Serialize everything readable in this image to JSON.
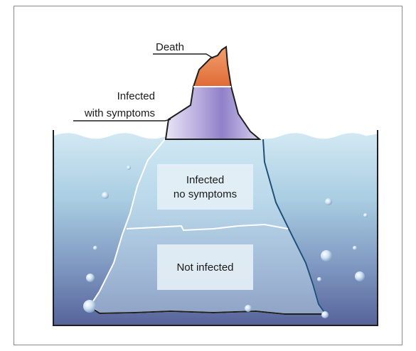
{
  "labels": {
    "death": "Death",
    "infected_with_symptoms_line1": "Infected",
    "infected_with_symptoms_line2": "with symptoms",
    "infected_no_symptoms_line1": "Infected",
    "infected_no_symptoms_line2": "no symptoms",
    "not_infected": "Not infected"
  },
  "colors": {
    "water_top": "#cfe7f2",
    "water_bottom": "#5c6c9e",
    "tip_top": "#e8703a",
    "ice_purple": "#a69ad6",
    "label_box": "#e6eff6",
    "outline": "#1f1f1f"
  }
}
